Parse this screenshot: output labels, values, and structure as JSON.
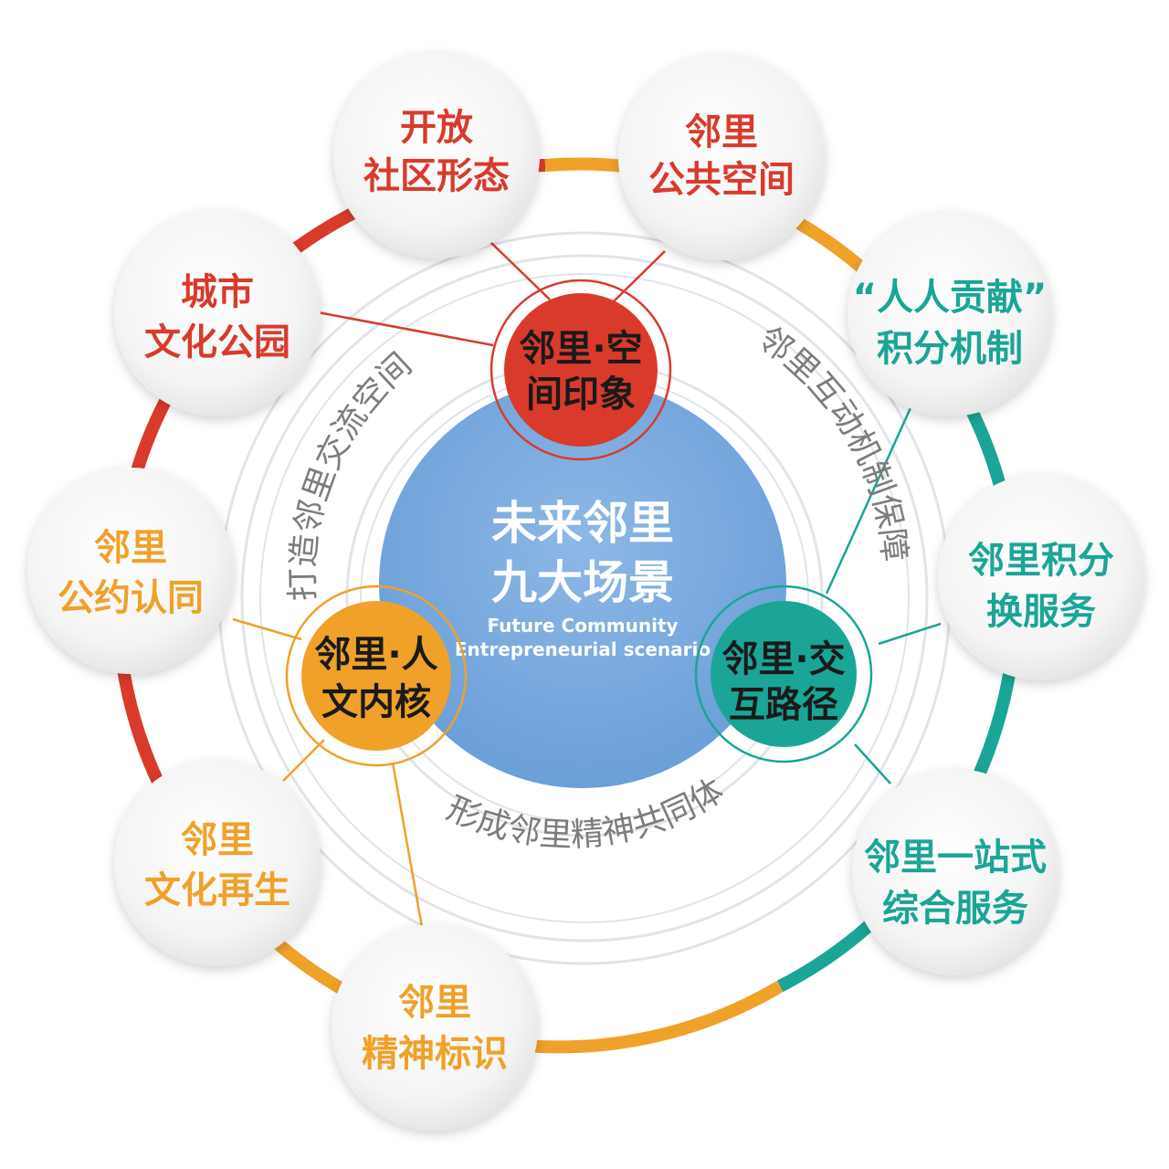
{
  "center": {
    "title_line1": "未来邻里",
    "title_line2": "九大场景",
    "subtitle_line1": "Future Community",
    "subtitle_line2": "Entrepreneurial scenario"
  },
  "ring_labels": {
    "left": "打造邻里交流空间",
    "right": "邻里互动机制保障",
    "bottom": "形成邻里精神共同体"
  },
  "hubs": {
    "space": {
      "line1": "邻里·空",
      "line2": "间印象",
      "color": "#d93a2b"
    },
    "culture": {
      "line1": "邻里·人",
      "line2": "文内核",
      "color": "#f0a12a"
    },
    "interaction": {
      "line1": "邻里·交",
      "line2": "互路径",
      "color": "#1aa597"
    }
  },
  "nodes": [
    {
      "key": "open-community",
      "line1": "开放",
      "line2": "社区形态",
      "color": "#d93a2b"
    },
    {
      "key": "public-space",
      "line1": "邻里",
      "line2": "公共空间",
      "color": "#d93a2b"
    },
    {
      "key": "city-park",
      "line1": "城市",
      "line2": "文化公园",
      "color": "#d93a2b"
    },
    {
      "key": "points-mechanism",
      "line1": "“人人贡献”",
      "line2": "积分机制",
      "color": "#1aa597"
    },
    {
      "key": "convention",
      "line1": "邻里",
      "line2": "公约认同",
      "color": "#f0a12a"
    },
    {
      "key": "points-exchange",
      "line1": "邻里积分",
      "line2": "换服务",
      "color": "#1aa597"
    },
    {
      "key": "cultural-rebirth",
      "line1": "邻里",
      "line2": "文化再生",
      "color": "#f0a12a"
    },
    {
      "key": "one-stop",
      "line1": "邻里一站式",
      "line2": "综合服务",
      "color": "#1aa597"
    },
    {
      "key": "spirit-symbol",
      "line1": "邻里",
      "line2": "精神标识",
      "color": "#f0a12a"
    }
  ],
  "colors": {
    "red": "#d93a2b",
    "orange": "#f0a12a",
    "teal": "#1aa597",
    "center_blue": "#77a7dc"
  }
}
